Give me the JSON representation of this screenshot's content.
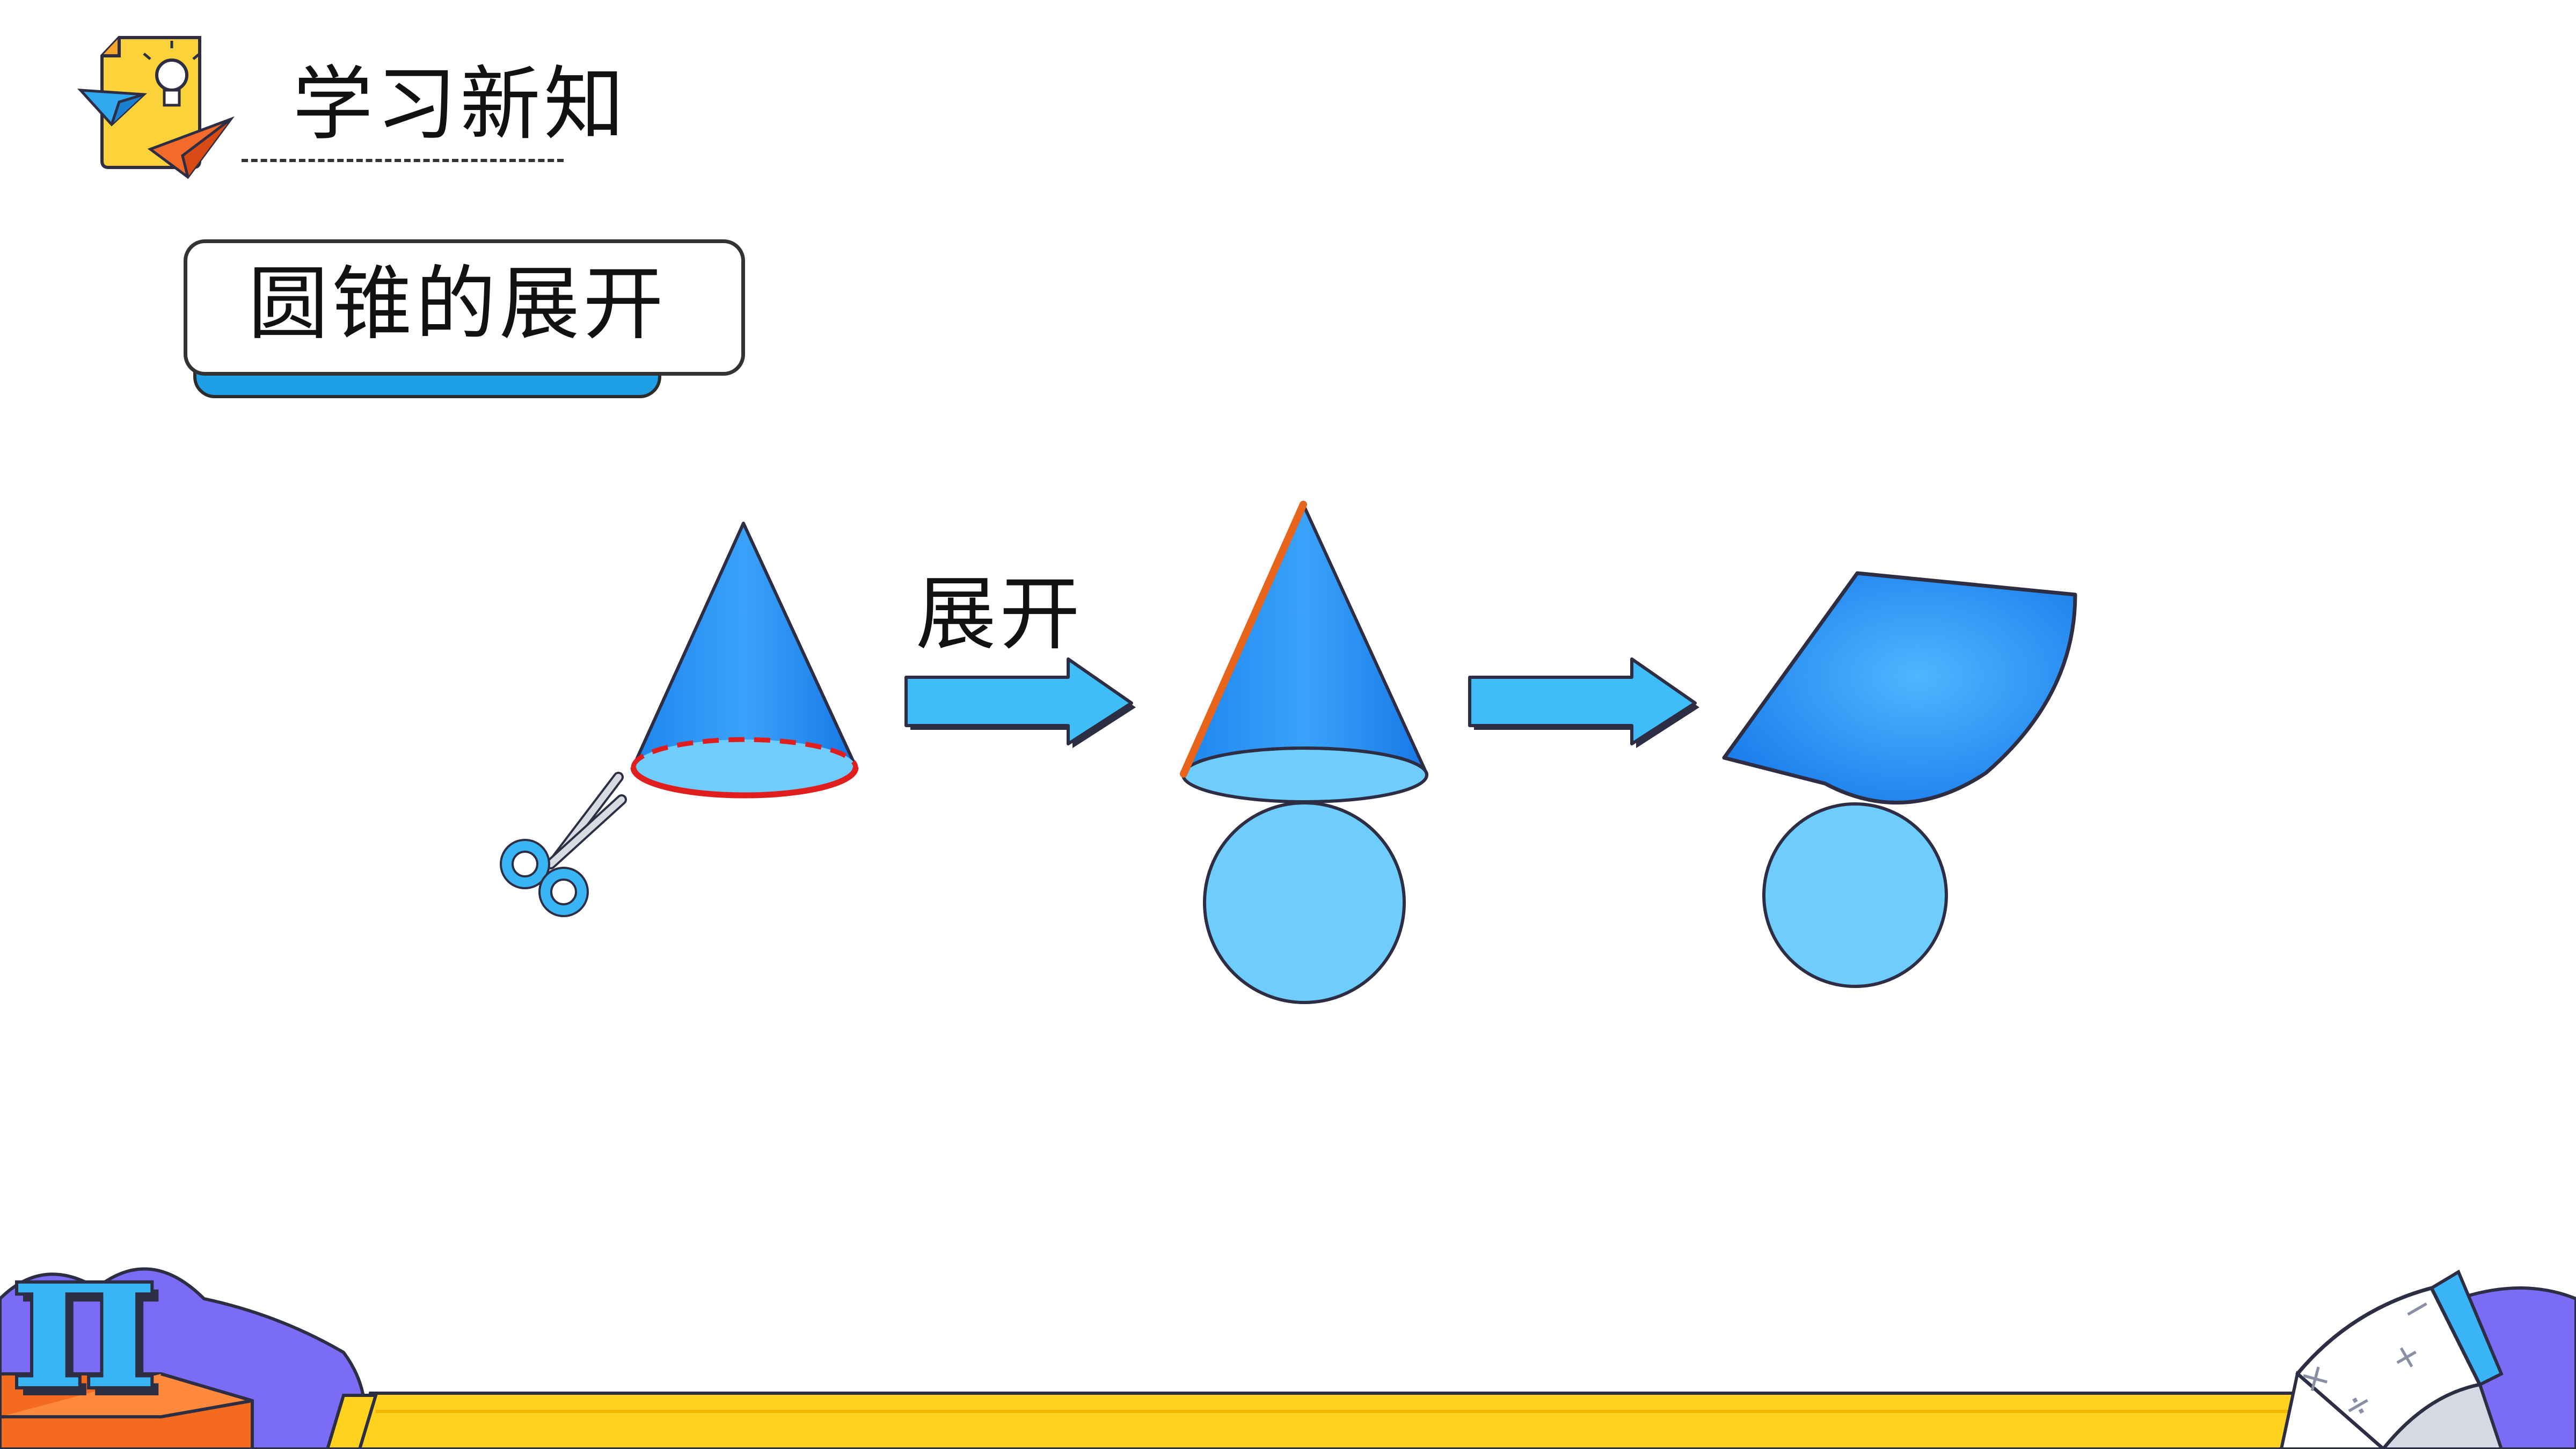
{
  "header": {
    "title": "学习新知"
  },
  "section": {
    "title": "圆锥的展开"
  },
  "diagram": {
    "arrow_label": "展开"
  },
  "decorations": {
    "pi_symbol": "π",
    "book_signs": [
      "×",
      "÷",
      "+",
      "−"
    ]
  },
  "colors": {
    "cone_blue": "#1a88f0",
    "base_light_blue": "#6fcdfd",
    "cut_line_red": "#e01e1e",
    "seam_orange": "#e8641a",
    "banner_yellow": "#ffd21f",
    "purple": "#7b6cf6",
    "outline": "#2d2d44"
  }
}
